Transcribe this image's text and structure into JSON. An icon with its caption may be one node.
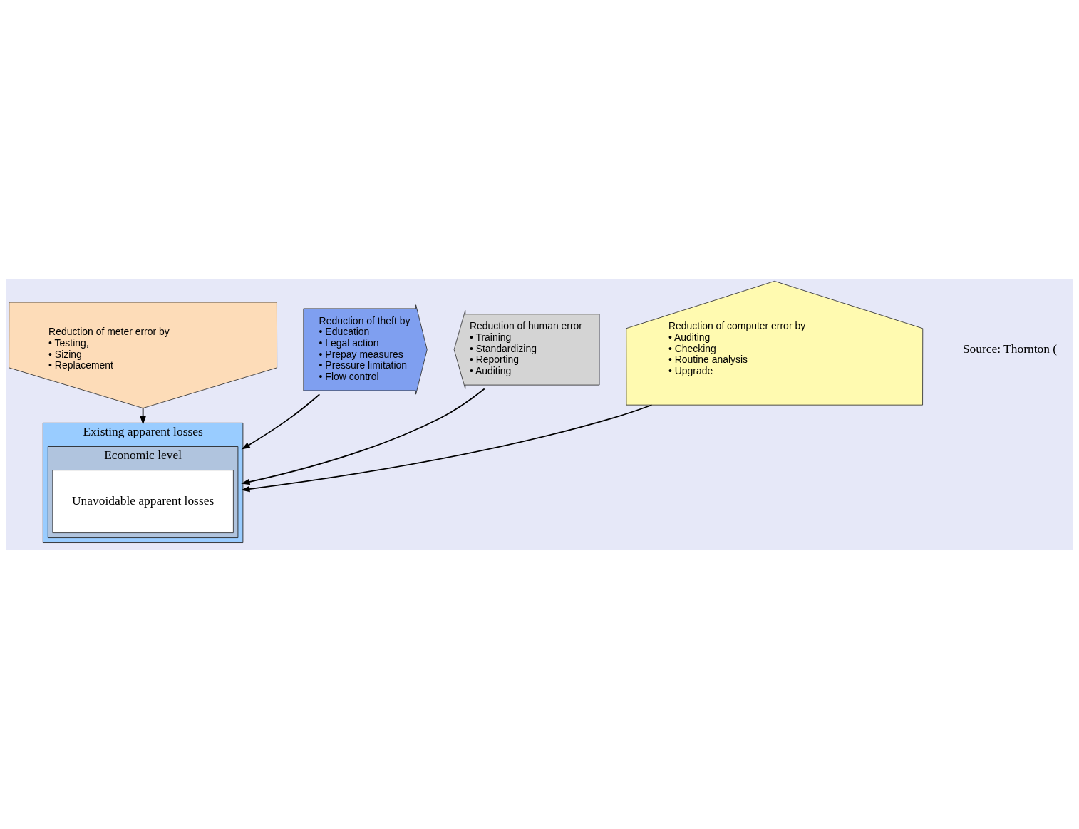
{
  "diagram": {
    "nodes": [
      {
        "text": [
          "Reduction of meter error by",
          "• Testing,",
          "• Sizing",
          "• Replacement"
        ]
      },
      {
        "text": [
          "Existing apparent losses"
        ]
      },
      {
        "text": [
          "Economic level"
        ],
        "in": 1
      },
      {
        "text": [
          "Unavoidable apparent losses"
        ],
        "in": 2
      },
      {
        "text": [
          "Reduction of theft by",
          "• Education",
          "• Legal action",
          "• Prepay measures",
          "• Pressure limitation",
          "• Flow control"
        ]
      },
      {
        "text": [
          "Reduction of human error",
          "• Training",
          "• Standardizing",
          "• Reporting",
          "• Auditing"
        ]
      },
      {
        "text": [
          "Reduction of computer error by",
          "• Auditing",
          "• Checking",
          "• Routine analysis",
          "• Upgrade"
        ]
      }
    ],
    "edges": [
      {
        "from": 0,
        "to": 1,
        "arrow": "to"
      },
      {
        "from": 4,
        "to": 1,
        "arrow": "to"
      },
      {
        "from": 5,
        "to": 1,
        "arrow": "to"
      },
      {
        "from": 6,
        "to": 1,
        "arrow": "to"
      }
    ],
    "labels": [
      "Source: Thornton ("
    ]
  }
}
